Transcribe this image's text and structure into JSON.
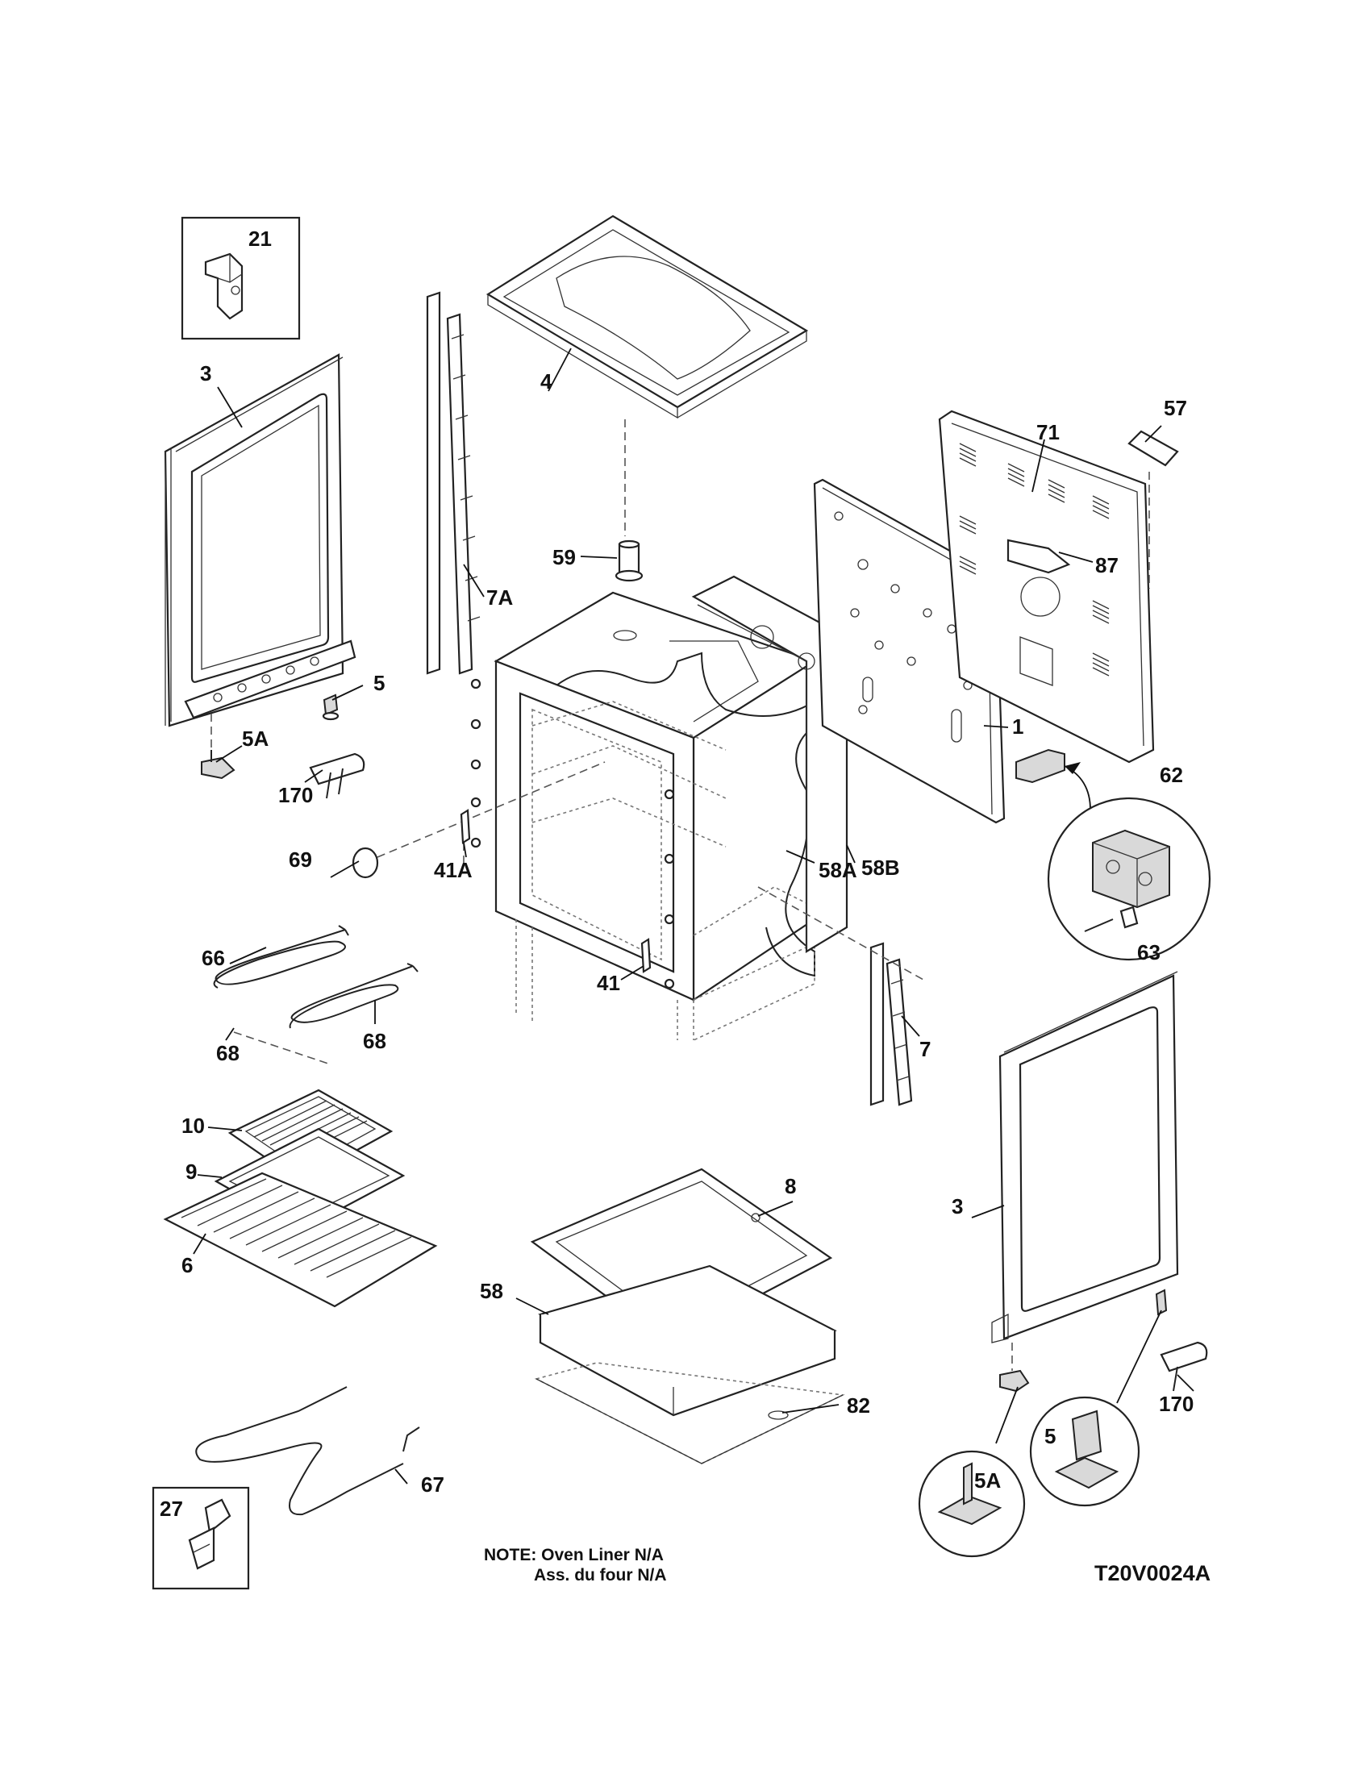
{
  "labels": {
    "l21": "21",
    "l3a": "3",
    "l4": "4",
    "l57": "57",
    "l71": "71",
    "l87": "87",
    "l59": "59",
    "l7a": "7A",
    "l5a": "5",
    "l5aa": "5A",
    "l170a": "170",
    "l1": "1",
    "l62": "62",
    "l63": "63",
    "l69": "69",
    "l41a": "41A",
    "l58a": "58A",
    "l58b": "58B",
    "l66": "66",
    "l41": "41",
    "l7": "7",
    "l68a": "68",
    "l68b": "68",
    "l10": "10",
    "l9": "9",
    "l6": "6",
    "l8": "8",
    "l3b": "3",
    "l58": "58",
    "l82": "82",
    "l170b": "170",
    "l5b": "5",
    "l5ab": "5A",
    "l67": "67",
    "l27": "27"
  },
  "note": {
    "line1": "NOTE: Oven Liner N/A",
    "line2": "Ass. du four N/A"
  },
  "diagram_code": "T20V0024A"
}
